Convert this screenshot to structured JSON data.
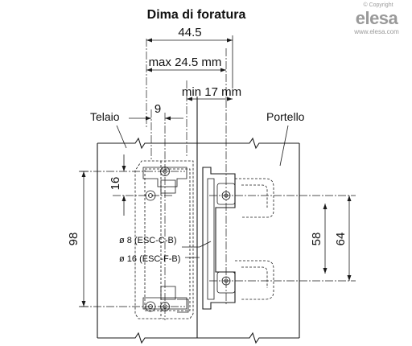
{
  "title": "Dima di foratura",
  "brand": {
    "copyright": "© Copyright",
    "logo": "elesa",
    "url": "www.elesa.com"
  },
  "labels": {
    "frame": "Telaio",
    "door": "Portello"
  },
  "dimensions": {
    "d44_5": "44.5",
    "max24_5": "max 24.5 mm",
    "min17": "min 17 mm",
    "d9": "9",
    "d16": "16",
    "d98": "98",
    "d58": "58",
    "d64": "64"
  },
  "notes": {
    "hole8": "ø 8 (ESC-C-B)",
    "hole16": "ø 16 (ESC-F-B)"
  }
}
